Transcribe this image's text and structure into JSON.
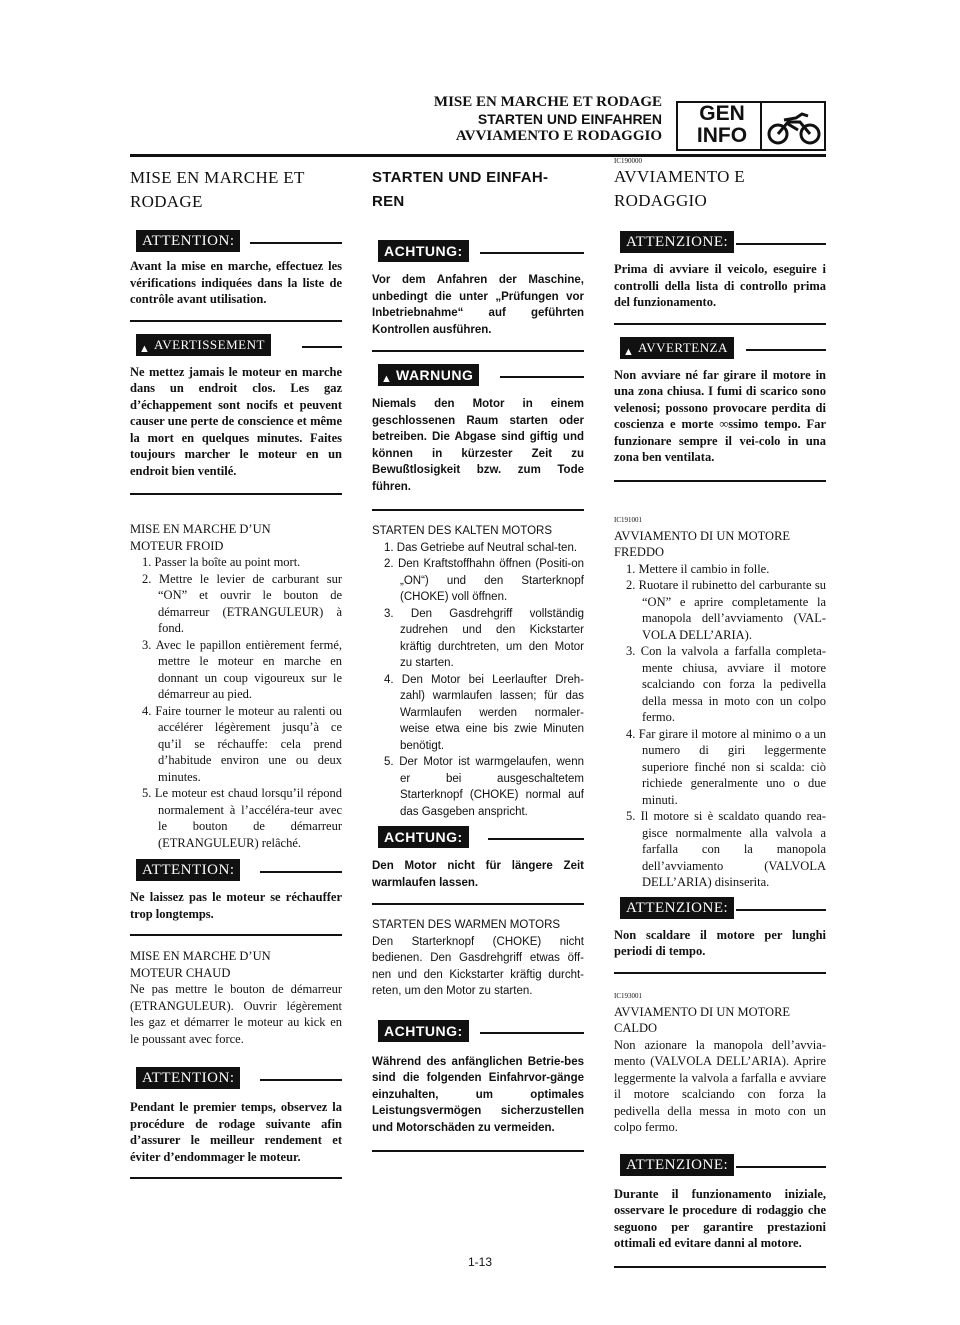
{
  "header": {
    "line1": "MISE EN MARCHE ET RODAGE",
    "line2": "STARTEN UND EINFAHREN",
    "line3": "AVVIAMENTO E RODAGGIO",
    "box_line1": "GEN",
    "box_line2": "INFO",
    "box_icon": "motorcycle-icon"
  },
  "col_fr": {
    "title_1": "MISE EN MARCHE ET",
    "title_2": "RODAGE",
    "attention1_label": "ATTENTION:",
    "attention1_text": "Avant la mise en marche, effectuez les vérifications indiquées dans la liste de contrôle avant utilisation.",
    "warning_label": "AVERTISSEMENT",
    "warning_text": "Ne mettez jamais le moteur en marche dans un endroit clos. Les gaz d’échappement sont nocifs et peuvent causer une perte de conscience et même la mort en quelques minutes. Faites toujours marcher le moteur en un endroit bien ventilé.",
    "cold_title_1": "MISE EN MARCHE D’UN",
    "cold_title_2": "MOTEUR FROID",
    "cold_steps": [
      "1. Passer la boîte au point mort.",
      "2. Mettre le levier de carburant sur “ON” et ouvrir le bouton de démarreur (ETRANGULEUR) à fond.",
      "3. Avec le papillon entièrement fermé, mettre le moteur en marche en donnant un coup vigoureux sur le démarreur au pied.",
      "4. Faire tourner le moteur au ralenti ou accélérer légèrement jusqu’à ce qu’il se réchauffe: cela prend d’habitude environ une ou deux minutes.",
      "5. Le moteur est chaud lorsqu’il répond normalement à l’accéléra-teur avec le bouton de démarreur (ETRANGULEUR) relâché."
    ],
    "attention2_label": "ATTENTION:",
    "attention2_text": "Ne laissez pas le moteur se réchauffer trop longtemps.",
    "warm_title_1": "MISE EN MARCHE D’UN",
    "warm_title_2": "MOTEUR CHAUD",
    "warm_text": "Ne pas mettre le bouton de démarreur (ETRANGULEUR). Ouvrir légèrement les gaz et démarrer le moteur au kick en le poussant avec force.",
    "attention3_label": "ATTENTION:",
    "attention3_text": "Pendant le premier temps, observez la procédure de rodage suivante afin d’assurer le meilleur rendement et éviter d’endommager le moteur."
  },
  "col_de": {
    "title_1": "STARTEN UND EINFAH-",
    "title_2": "REN",
    "attention1_label": "ACHTUNG:",
    "attention1_text": "Vor dem Anfahren der Maschine, unbedingt die unter „Prüfungen vor Inbetriebnahme“ auf geführten Kontrollen ausführen.",
    "warning_label": "WARNUNG",
    "warning_text": "Niemals den Motor in einem geschlossenen Raum starten oder betreiben. Die Abgase sind giftig und können in kürzester Zeit zu Bewußtlosigkeit bzw. zum Tode führen.",
    "cold_title": "STARTEN DES KALTEN MOTORS",
    "cold_steps": [
      "1. Das Getriebe auf Neutral schal-ten.",
      "2. Den Kraftstoffhahn öffnen (Positi-on „ON“) und den Starterknopf (CHOKE) voll öffnen.",
      "3. Den Gasdrehgriff vollständig zudrehen und den Kickstarter kräftig durchtreten, um den Motor zu starten.",
      "4. Den Motor bei Leerlaufter Dreh-zahl) warmlaufen lassen; für das Warmlaufen werden normaler-weise etwa eine bis zwie Minuten benötigt.",
      "5. Der Motor ist warmgelaufen, wenn er bei ausgeschaltetem Starterknopf (CHOKE) normal auf das Gasgeben anspricht."
    ],
    "attention2_label": "ACHTUNG:",
    "attention2_text": "Den Motor nicht für längere Zeit warmlaufen lassen.",
    "warm_title": "STARTEN DES WARMEN MOTORS",
    "warm_text": "Den Starterknopf (CHOKE) nicht bedienen. Den Gasdrehgriff etwas öff-nen und den Kickstarter kräftig durcht-reten, um den Motor zu starten.",
    "attention3_label": "ACHTUNG:",
    "attention3_text": "Während des anfänglichen Betrie-bes sind die folgenden Einfahrvor-gänge einzuhalten, um optimales Leistungsvermögen sicherzustellen und Motorschäden zu vermeiden."
  },
  "col_it": {
    "code1": "IC190000",
    "title_1": "AVVIAMENTO E",
    "title_2": "RODAGGIO",
    "attention1_label": "ATTENZIONE:",
    "attention1_text": "Prima di avviare il veicolo, eseguire i controlli della lista di controllo prima del funzionamento.",
    "warning_label": "AVVERTENZA",
    "warning_text": "Non avviare né far girare il motore in una zona chiusa. I fumi di scarico sono velenosi; possono provocare perdita di coscienza e morte ∞ssimo tempo. Far funzionare sempre il vei-colo in una zona ben ventilata.",
    "code2": "IC191001",
    "cold_title_1": "AVVIAMENTO DI UN MOTORE",
    "cold_title_2": "FREDDO",
    "cold_steps": [
      "1. Mettere il cambio in folle.",
      "2. Ruotare il rubinetto del carburante su “ON” e aprire completamente la manopola dell’avviamento (VAL-VOLA DELL’ARIA).",
      "3. Con la valvola a farfalla completa-mente chiusa, avviare il motore scalciando con forza la pedivella della messa in moto con un colpo fermo.",
      "4. Far girare il motore al minimo o a un numero di giri leggermente superiore finché non si scalda: ciò richiede generalmente uno o due minuti.",
      "5. Il motore si è scaldato quando rea-gisce normalmente alla valvola a farfalla con la manopola dell’avviamento (VALVOLA DELL’ARIA) disinserita."
    ],
    "attention2_label": "ATTENZIONE:",
    "attention2_text": "Non scaldare il motore per lunghi periodi di tempo.",
    "code3": "IC193001",
    "warm_title_1": "AVVIAMENTO DI UN MOTORE",
    "warm_title_2": "CALDO",
    "warm_text": "Non azionare la manopola dell’avvia-mento (VALVOLA DELL’ARIA). Aprire leggermente la valvola a farfalla e avviare il motore scalciando con forza la pedivella della messa in moto con un colpo fermo.",
    "attention3_label": "ATTENZIONE:",
    "attention3_text": "Durante il funzionamento iniziale, osservare le procedure di rodaggio che seguono per garantire prestazioni ottimali ed evitare danni al motore."
  },
  "footer": {
    "page_number": "1-13"
  }
}
